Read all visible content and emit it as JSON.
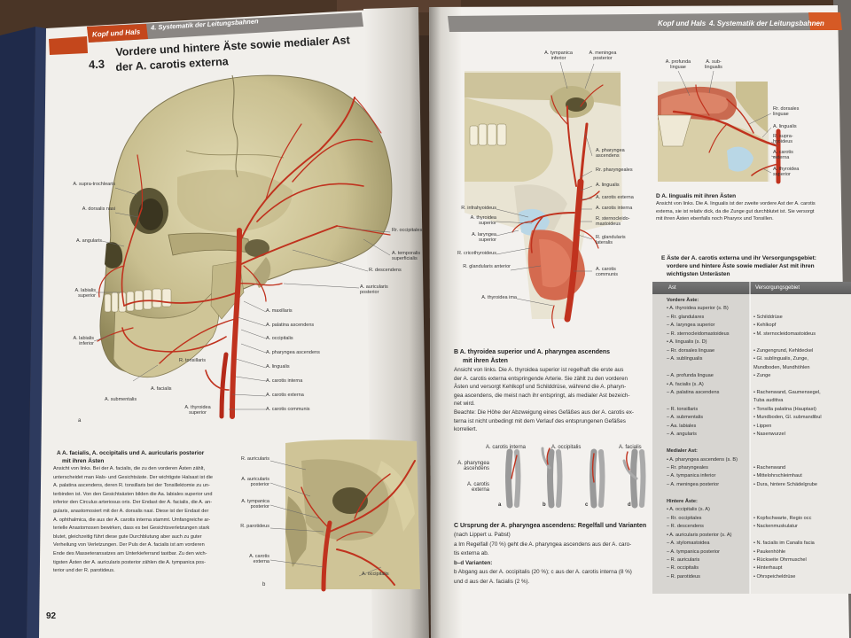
{
  "left_page": {
    "header_left": "Kopf und Hals",
    "header_right": "4. Systematik der Leitungsbahnen",
    "section_number": "4.3",
    "title_line1": "Vordere und hintere Äste sowie medialer Ast",
    "title_line2": "der A. carotis externa",
    "labels_left": [
      "A. supra-trochlearis",
      "A. dorsalis nasi",
      "A. angularis",
      "A. labialis superior",
      "A. labialis inferior",
      "A. submentalis"
    ],
    "labels_right": [
      "Rr. occipitales",
      "A. temporalis superficialis",
      "R. descendens",
      "A. auricularis posterior",
      "A. maxillaris",
      "A. palatina ascendens",
      "A. occipitalis",
      "A. pharyngea ascendens",
      "A. lingualis",
      "A. carotis interna",
      "A. carotis externa",
      "A. carotis communis"
    ],
    "labels_bottom": [
      "R. tonsillaris",
      "A. facialis",
      "A. thyroidea superior"
    ],
    "figure_a_letter": "a",
    "caption_title": "A A. facialis, A. occipitalis und A. auricularis posterior",
    "caption_subtitle": "mit ihren Ästen",
    "caption_lines": [
      "Ansicht von links. Bei der A. facialis, die zu den vorderen Ästen zählt,",
      "unterscheidet man Hals- und Gesichtsäste. Der wichtigste Halsast ist die",
      "A. palatina ascendens, deren R. tonsillaris bei der Tonsillektomie zu un-",
      "terbinden ist. Von den Gesichtsästen bilden die Aa. labiales superior und",
      "inferior den Circulus arteriosus oris. Der Endast der A. facialis, die A. an-",
      "gularis, anastomosiert mit der A. dorsalis nasi. Diese ist der Endast der",
      "A. ophthalmica, die aus der A. carotis interna stammt. Umfangreiche ar-",
      "terielle Anastomosen bewirken, dass es bei Gesichtsverletzungen stark",
      "blutet, gleichzeitig führt diese gute Durchblutung aber auch zu guter",
      "Verheilung von Verletzungen. Der Puls der A. facialis ist am vorderen",
      "Ende des Masseteransatzes am Unterkieferrand tastbar. Zu den wich-",
      "tigsten Ästen der A. auricularis posterior zählen die A. tympanica pos-",
      "terior und der R. parotideus."
    ],
    "figure_b_labels": [
      "R. auricularis",
      "A. auricularis posterior",
      "A. tympanica posterior",
      "R. parotideus",
      "A. carotis externa",
      "A. occipitalis"
    ],
    "figure_b_letter": "b",
    "page_number": "92"
  },
  "right_page": {
    "header_left": "Kopf und Hals",
    "header_right": "4. Systematik der Leitungsbahnen",
    "fig_b_labels_left": [
      "R. infrahyoideus",
      "A. thyroidea superior",
      "A. laryngea superior",
      "R. cricothyroideus",
      "R. glandularis anterior",
      "A. thyroidea ima"
    ],
    "fig_b_labels_right": [
      "A. tympanica inferior",
      "A. meningea posterior",
      "A. pharyngea ascendens",
      "Rr. pharyngeales",
      "A. lingualis",
      "A. carotis externa",
      "A. carotis interna",
      "R. sternocleido-mastoideus",
      "R. glandularis lateralis",
      "A. carotis communis"
    ],
    "fig_lingualis_labels": [
      "A. profunda linguae",
      "A. sub-lingualis",
      "Rr. dorsales linguae",
      "A. lingualis",
      "R. supra-hyoideus",
      "A. carotis externa",
      "A. thyroidea superior"
    ],
    "d_caption_title": "D A. lingualis mit ihren Ästen",
    "d_caption_lines": [
      "Ansicht von links. Die A. lingualis ist der zweite vordere Ast der A. carotis",
      "externa, sie ist relativ dick, da die Zunge gut durchblutet ist. Sie versorgt",
      "mit ihren Ästen ebenfalls noch Pharynx und Tonsillen."
    ],
    "b_caption_title": "B A. thyroidea superior und A. pharyngea ascendens",
    "b_caption_subtitle": "mit ihren Ästen",
    "b_caption_lines": [
      "Ansicht von links. Die A. thyroidea superior ist regelhaft die erste aus",
      "der A. carotis externa entspringende Arterie. Sie zählt zu den vorderen",
      "Ästen und versorgt Kehlkopf und Schilddrüse, während die A. pharyn-",
      "gea ascendens, die meist nach ihr entspringt, als medialer Ast bezeich-",
      "net wird.",
      "Beachte: Die Höhe der Abzweigung eines Gefäßes aus der A. carotis ex-",
      "terna ist nicht unbedingt mit dem Verlauf des entsprungenen Gefäßes",
      "korreliert."
    ],
    "c_diagram_top": [
      "A. carotis interna",
      "A. occipitalis",
      "A. facialis"
    ],
    "c_diagram_left": [
      "A. pharyngea ascendens",
      "A. carotis externa"
    ],
    "c_diagram_letters": [
      "a",
      "b",
      "c",
      "d"
    ],
    "c_caption_title": "C Ursprung der A. pharyngea ascendens: Regelfall und Varianten",
    "c_caption_lines": [
      "(nach Lippert u. Pabst)",
      "a  Im Regelfall (70 %) geht die A. pharyngea ascendens aus der A. caro-",
      "    tis externa ab.",
      "b–d  Varianten:",
      "b  Abgang aus der A. occipitalis (20 %); c aus der A. carotis interna (8 %)",
      "    und d aus der A. facialis (2 %)."
    ],
    "table_title_line1": "E  Äste der A. carotis externa und ihr Versorgungsgebiet:",
    "table_title_line2": "vordere und hintere Äste sowie medialer Ast mit ihren",
    "table_title_line3": "wichtigsten Unterästen",
    "table_head": [
      "Ast",
      "Versorgungsgebiet"
    ],
    "table_left": [
      "Vordere Äste:",
      "• A. thyroidea superior (s. B)",
      "   – Rr. glandulares",
      "   – A. laryngea superior",
      "   – R. sternocleidomastoideus",
      "• A. lingualis (s. D)",
      "   – Rr. dorsales linguae",
      "   – A. sublingualis",
      "",
      "   – A. profunda linguae",
      "• A. facialis (s. A)",
      "   – A. palatina ascendens",
      "",
      "   – R. tonsillaris",
      "   – A. submentalis",
      "   – Aa. labiales",
      "   – A. angularis",
      "",
      "Medialer Ast:",
      "• A. pharyngea ascendens (s. B)",
      "   – Rr. pharyngeales",
      "   – A. tympanica inferior",
      "   – A. meningea posterior",
      "",
      "Hintere Äste:",
      "• A. occipitalis (s. A)",
      "   – Rr. occipitales",
      "   – R. descendens",
      "• A. auricularis posterior (s. A)",
      "   – A. stylomastoidea",
      "   – A. tympanica posterior",
      "   – R. auricularis",
      "   – R. occipitalis",
      "   – R. parotideus"
    ],
    "table_right": [
      "",
      "",
      "• Schilddrüse",
      "• Kehlkopf",
      "• M. sternocleidomastoideus",
      "",
      "• Zungengrund, Kehldeckel",
      "• Gl. sublingualis, Zunge,",
      "  Mundboden, Mundhöhlen",
      "• Zunge",
      "",
      "• Rachenwand, Gaumensegel,",
      "  Tuba auditiva",
      "• Tonsilla palatina (Hauptast)",
      "• Mundboden, Gl. submandibul",
      "• Lippen",
      "• Nasenwurzel",
      "",
      "",
      "",
      "• Rachenwand",
      "• Mittelohrschleimhaut",
      "• Dura, hintere Schädelgrube",
      "",
      "",
      "",
      "• Kopfschwarte, Regio occ",
      "• Nackenmuskulatur",
      "",
      "• N. facialis im Canalis facia",
      "• Paukenhöhle",
      "• Rückseite Ohrmuschel",
      "• Hinterhaupt",
      "• Ohrspeicheldrüse"
    ]
  }
}
